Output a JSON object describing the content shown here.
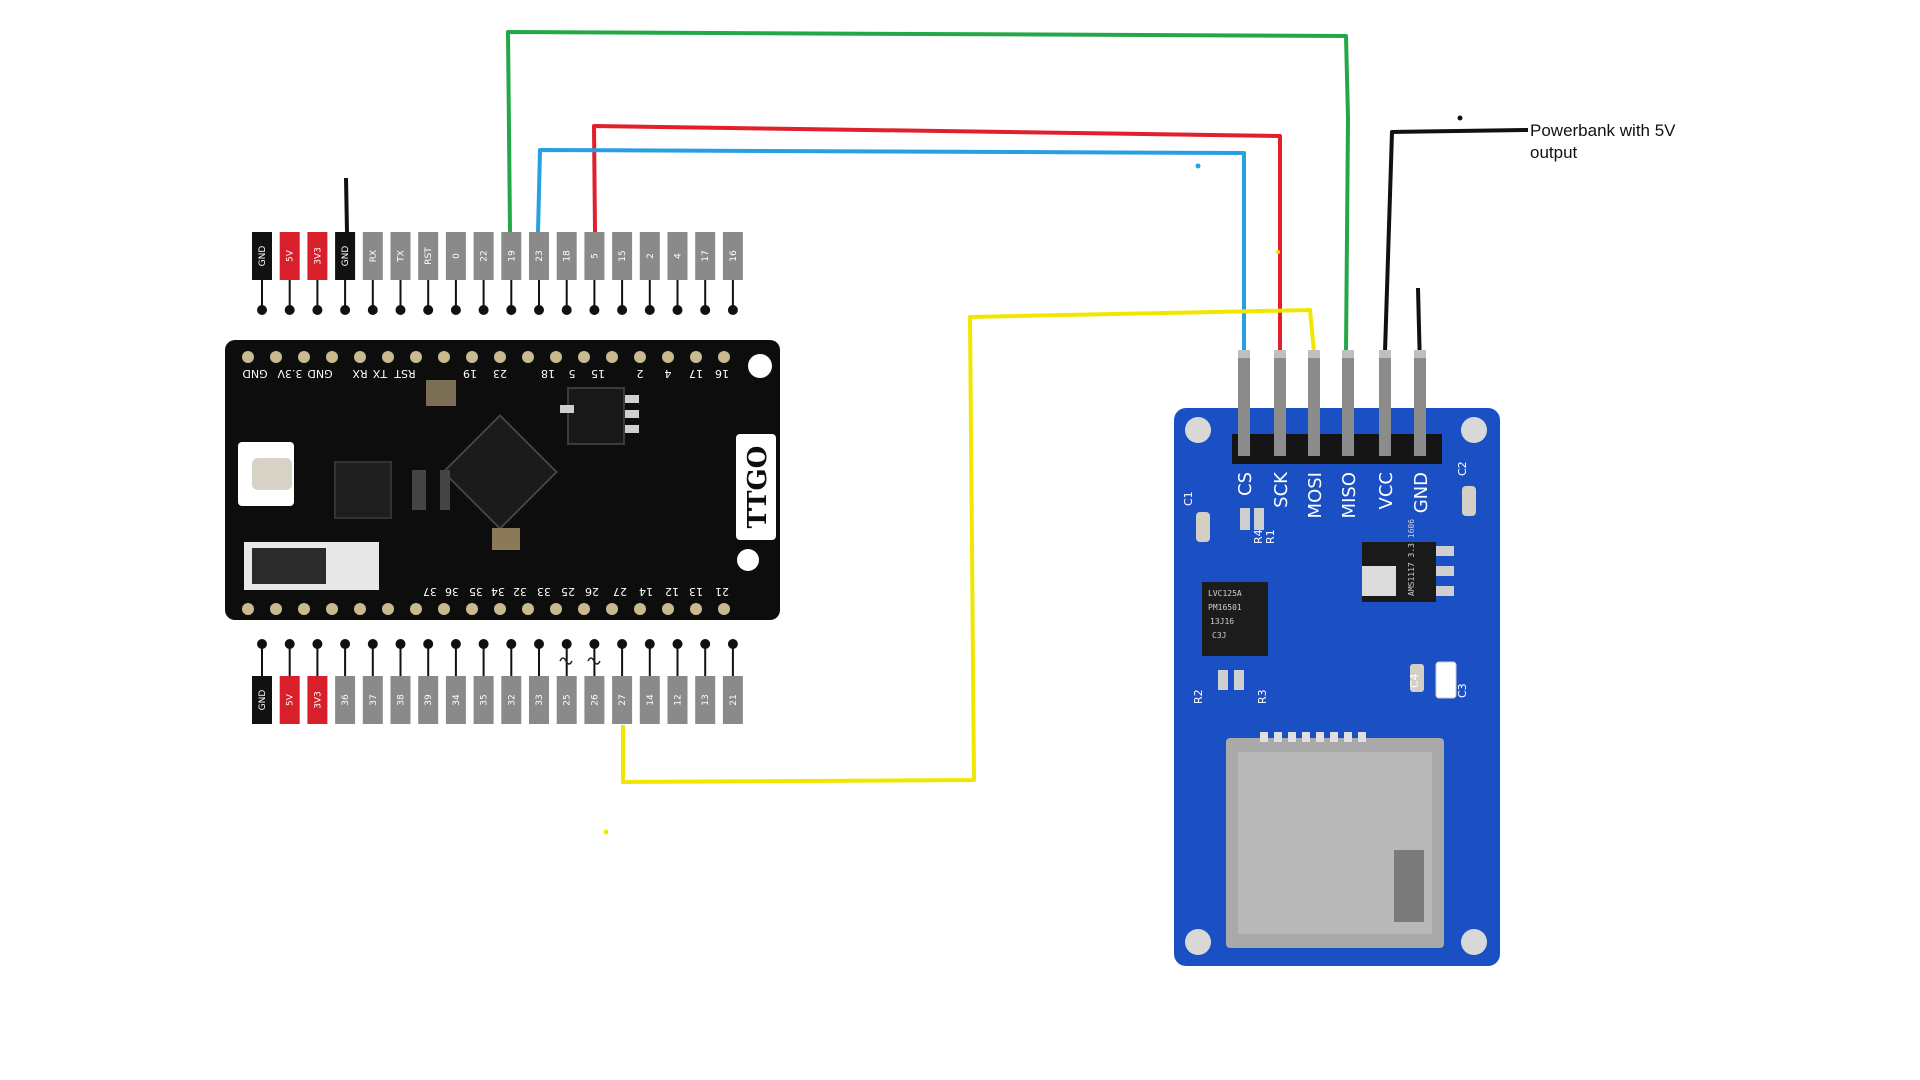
{
  "esp_board": {
    "brand_text": "TTGO",
    "top_header": [
      "GND",
      "5V",
      "3V3",
      "GND",
      "RX",
      "TX",
      "RST",
      "0",
      "22",
      "19",
      "23",
      "18",
      "5",
      "15",
      "2",
      "4",
      "17",
      "16"
    ],
    "bottom_header": [
      "GND",
      "5V",
      "3V3",
      "36",
      "37",
      "38",
      "39",
      "34",
      "35",
      "32",
      "33",
      "25",
      "26",
      "27",
      "14",
      "12",
      "13",
      "21"
    ],
    "top_silk": [
      "GND",
      "3.3V",
      "GND",
      "RX",
      "TX",
      "RST",
      "19",
      "23",
      "18",
      "5",
      "15",
      "2",
      "4",
      "17",
      "16"
    ],
    "bottom_silk": [
      "37",
      "36",
      "35",
      "34",
      "32",
      "33",
      "25",
      "26",
      "27",
      "14",
      "12",
      "13",
      "21"
    ]
  },
  "sd_module": {
    "pins": [
      "CS",
      "SCK",
      "MOSI",
      "MISO",
      "VCC",
      "GND"
    ],
    "components": [
      "C1",
      "R1",
      "R2",
      "R3",
      "R4",
      "C2",
      "C3",
      "C4"
    ],
    "chip_text": [
      "LVC125A",
      "PM16501",
      "13J16",
      "C3J"
    ],
    "regulator_text": "AMS1117 3.3 1606"
  },
  "power_note": "Powerbank with 5V output",
  "wire_colors": {
    "green": "#22a846",
    "red": "#e0202a",
    "blue": "#26a0e0",
    "yellow": "#f2e600",
    "black": "#111111"
  },
  "pin_colors": {
    "GND": "#111111",
    "5V": "#d8202a",
    "3V3": "#d8202a",
    "default": "#8a8a8a"
  }
}
